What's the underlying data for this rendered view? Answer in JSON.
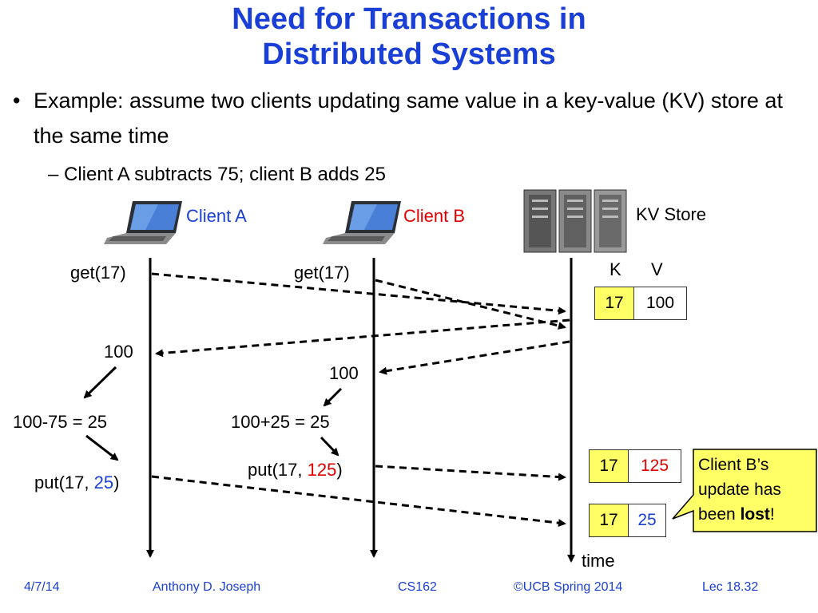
{
  "title": {
    "line1": "Need for Transactions in",
    "line2": "Distributed Systems"
  },
  "bullet": {
    "dot": "•",
    "text": "Example: assume two clients updating same value in a key-value (KV) store at the same time"
  },
  "sub_bullet": "– Client A subtracts 75; client B adds 25",
  "clients": {
    "a": {
      "label": "Client A",
      "color": "#1a3fd6"
    },
    "b": {
      "label": "Client B",
      "color": "#e00000"
    }
  },
  "kv_store": {
    "label": "KV Store",
    "k_header": "K",
    "v_header": "V"
  },
  "timeline": {
    "a": {
      "get": "get(17)",
      "response": "100",
      "compute": "100-75 = 25",
      "put_prefix": "put(17, ",
      "put_value": "25",
      "put_suffix": ")"
    },
    "b": {
      "get": "get(17)",
      "response": "100",
      "compute": "100+25 = 25",
      "put_prefix": "put(17, ",
      "put_value": "125",
      "put_suffix": ")"
    }
  },
  "kv_states": [
    {
      "key": "17",
      "value": "100"
    },
    {
      "key": "17",
      "value": "125"
    },
    {
      "key": "17",
      "value": "25"
    }
  ],
  "callout": {
    "line1": "Client B’s",
    "line2": "update has",
    "line3_prefix": "been ",
    "line3_bold": "lost",
    "line3_suffix": "!"
  },
  "time_label": "time",
  "footer": {
    "date": "4/7/14",
    "author": "Anthony D. Joseph",
    "course": "CS162",
    "copyright": "©UCB Spring 2014",
    "lecture": "Lec 18.32"
  },
  "colors": {
    "title": "#1a3fd6",
    "key_bg": "#ffff66",
    "red": "#e00000",
    "blue": "#1a3fd6"
  }
}
